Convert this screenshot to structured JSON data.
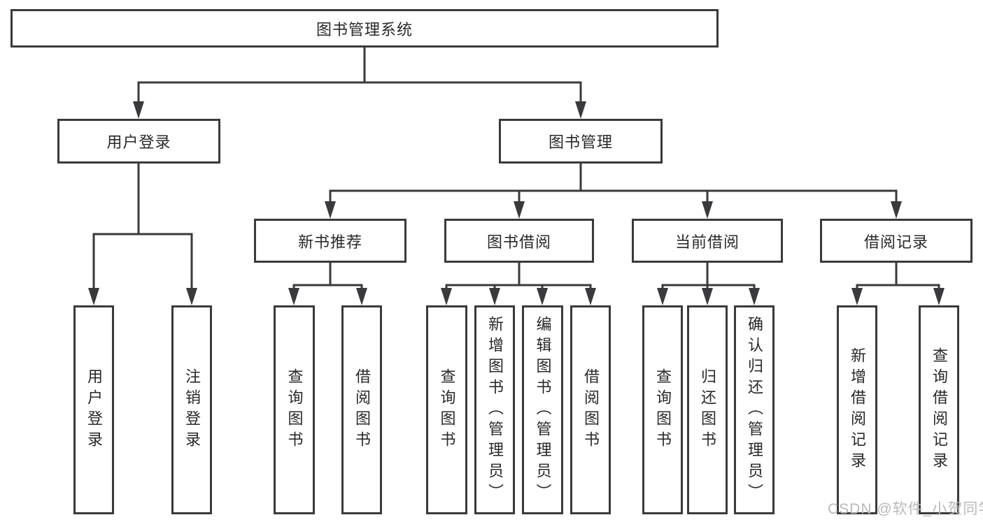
{
  "diagram": {
    "title": "图书管理系统",
    "type": "tree-functional-structure",
    "nodes": {
      "root": {
        "label": "图书管理系统"
      },
      "user_login": {
        "label": "用户登录"
      },
      "book_mgmt": {
        "label": "图书管理"
      },
      "new_book_rec": {
        "label": "新书推荐"
      },
      "book_borrow": {
        "label": "图书借阅"
      },
      "current_borrow": {
        "label": "当前借阅"
      },
      "borrow_record": {
        "label": "借阅记录"
      },
      "leaf_user_login": {
        "label": "用户登录"
      },
      "leaf_logout": {
        "label": "注销登录"
      },
      "leaf_query_book_1": {
        "label": "查询图书"
      },
      "leaf_borrow_book_1": {
        "label": "借阅图书"
      },
      "leaf_query_book_2": {
        "label": "查询图书"
      },
      "leaf_add_book": {
        "label": "新增图书（管理员）"
      },
      "leaf_edit_book": {
        "label": "编辑图书（管理员）"
      },
      "leaf_borrow_book_2": {
        "label": "借阅图书"
      },
      "leaf_query_book_3": {
        "label": "查询图书"
      },
      "leaf_return_book": {
        "label": "归还图书"
      },
      "leaf_confirm_return": {
        "label": "确认归还（管理员）"
      },
      "leaf_add_record": {
        "label": "新增借阅记录"
      },
      "leaf_query_record": {
        "label": "查询借阅记录"
      }
    },
    "edges": [
      {
        "from": "root",
        "to": "user_login"
      },
      {
        "from": "root",
        "to": "book_mgmt"
      },
      {
        "from": "user_login",
        "to": "leaf_user_login"
      },
      {
        "from": "user_login",
        "to": "leaf_logout"
      },
      {
        "from": "book_mgmt",
        "to": "new_book_rec"
      },
      {
        "from": "book_mgmt",
        "to": "book_borrow"
      },
      {
        "from": "book_mgmt",
        "to": "current_borrow"
      },
      {
        "from": "book_mgmt",
        "to": "borrow_record"
      },
      {
        "from": "new_book_rec",
        "to": "leaf_query_book_1"
      },
      {
        "from": "new_book_rec",
        "to": "leaf_borrow_book_1"
      },
      {
        "from": "book_borrow",
        "to": "leaf_query_book_2"
      },
      {
        "from": "book_borrow",
        "to": "leaf_add_book"
      },
      {
        "from": "book_borrow",
        "to": "leaf_edit_book"
      },
      {
        "from": "book_borrow",
        "to": "leaf_borrow_book_2"
      },
      {
        "from": "current_borrow",
        "to": "leaf_query_book_3"
      },
      {
        "from": "current_borrow",
        "to": "leaf_return_book"
      },
      {
        "from": "current_borrow",
        "to": "leaf_confirm_return"
      },
      {
        "from": "borrow_record",
        "to": "leaf_add_record"
      },
      {
        "from": "borrow_record",
        "to": "leaf_query_record"
      }
    ],
    "colors": {
      "line": "#3A3A3C",
      "text": "#28282A",
      "box_fill": "#FFFFFF"
    }
  },
  "watermark": {
    "text": "CSDN @软件_小贺同学",
    "color": "#B9B9B9"
  }
}
